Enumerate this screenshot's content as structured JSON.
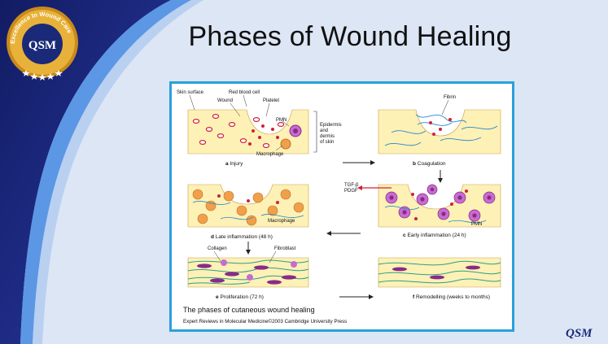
{
  "slide": {
    "title": "Phases of Wound Healing"
  },
  "badge": {
    "arc_text": "Excellence In Wound Care",
    "monogram": "QSM"
  },
  "corner_logo": {
    "text": "QSM"
  },
  "diagram": {
    "panels": {
      "a": {
        "letter": "a",
        "caption": "Injury"
      },
      "b": {
        "letter": "b",
        "caption": "Coagulation"
      },
      "c": {
        "letter": "c",
        "caption": "Early inflammation (24 h)"
      },
      "d": {
        "letter": "d",
        "caption": "Late inflammation (48 h)"
      },
      "e": {
        "letter": "e",
        "caption": "Proliferation (72 h)"
      },
      "f": {
        "letter": "f",
        "caption": "Remodelling (weeks to months)"
      }
    },
    "labels": {
      "skin_surface": "Skin surface",
      "red_blood_cell": "Red blood cell",
      "wound": "Wound",
      "platelet": "Platelet",
      "pmn": "PMN",
      "macrophage": "Macrophage",
      "epidermis_line1": "Epidermis",
      "epidermis_line2": "and",
      "epidermis_line3": "dermis",
      "epidermis_line4": "of skin",
      "fibrin": "Fibrin",
      "tgf": "TGF-β",
      "pdgf": "PDGF",
      "pmn_c": "PMN",
      "macrophage_d": "Macrophage",
      "collagen": "Collagen",
      "fibroblast": "Fibroblast"
    },
    "figure_title": "The phases of cutaneous wound healing",
    "credit": "Expert Reviews in Molecular Medicine©2003 Cambridge University Press"
  },
  "colors": {
    "navy": "#1a2a78",
    "accent_blue": "#2aa0dc",
    "tissue": "#fdf1b6",
    "rbc": "#d0203a",
    "pmn": "#8a2a86",
    "macrophage": "#f0a04a",
    "fiber": "#2aa08a"
  }
}
